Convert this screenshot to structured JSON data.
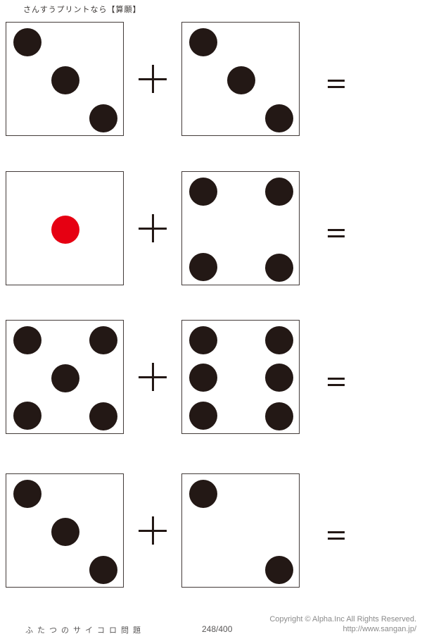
{
  "header": {
    "site_note": "さんすうプリントなら【算願】"
  },
  "operators": {
    "plus": "+",
    "equals": "="
  },
  "problems": [
    {
      "left_die": {
        "pips": 3,
        "pip_color": "black"
      },
      "operator": "+",
      "right_die": {
        "pips": 3,
        "pip_color": "black"
      },
      "equals": "="
    },
    {
      "left_die": {
        "pips": 1,
        "pip_color": "red"
      },
      "operator": "+",
      "right_die": {
        "pips": 4,
        "pip_color": "black"
      },
      "equals": "="
    },
    {
      "left_die": {
        "pips": 5,
        "pip_color": "black"
      },
      "operator": "+",
      "right_die": {
        "pips": 6,
        "pip_color": "black"
      },
      "equals": "="
    },
    {
      "left_die": {
        "pips": 3,
        "pip_color": "black"
      },
      "operator": "+",
      "right_die": {
        "pips": 2,
        "pip_color": "black"
      },
      "equals": "="
    }
  ],
  "footer": {
    "worksheet_title": "ふたつのサイコロ問題",
    "page_number": "248/400",
    "copyright": "Copyright ©  Alpha.Inc All Rights Reserved.",
    "url": "http://www.sangan.jp/"
  },
  "colors": {
    "pip_black": "#231815",
    "pip_red": "#e60012",
    "die_border": "#433b39",
    "operator": "#231815",
    "title_text": "#3c3836",
    "footer_text": "#595757",
    "copyright_text": "#8b8b8b",
    "background": "#ffffff"
  }
}
